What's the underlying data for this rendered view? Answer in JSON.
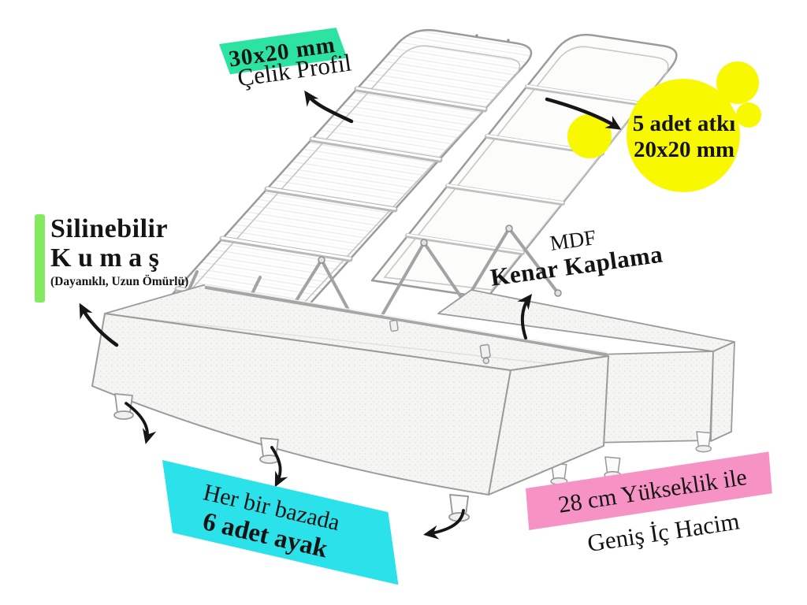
{
  "colors": {
    "highlight_teal": "#2de3a2",
    "highlight_yellow": "#f8f800",
    "highlight_green": "#83e95e",
    "highlight_cyan": "#2be2ea",
    "highlight_pink": "#f793c4",
    "ink": "#161616",
    "line_art": "#9b9b9b"
  },
  "annotations": {
    "steel_profile": {
      "badge": "30x20 mm",
      "label": "Çelik Profil"
    },
    "crossbars": {
      "line1": "5 adet atkı",
      "line2": "20x20 mm"
    },
    "fabric": {
      "line1": "Silinebilir",
      "line2": "K u m a ş",
      "note": "(Dayanıklı, Uzun Ömürlü)"
    },
    "edge_banding": {
      "line1": "MDF",
      "line2": "Kenar Kaplama"
    },
    "feet": {
      "line1": "Her bir bazada",
      "line2": "6 adet ayak"
    },
    "height": {
      "line1": "28 cm Yükseklik ile",
      "line2": "Geniş İç Hacim"
    }
  }
}
